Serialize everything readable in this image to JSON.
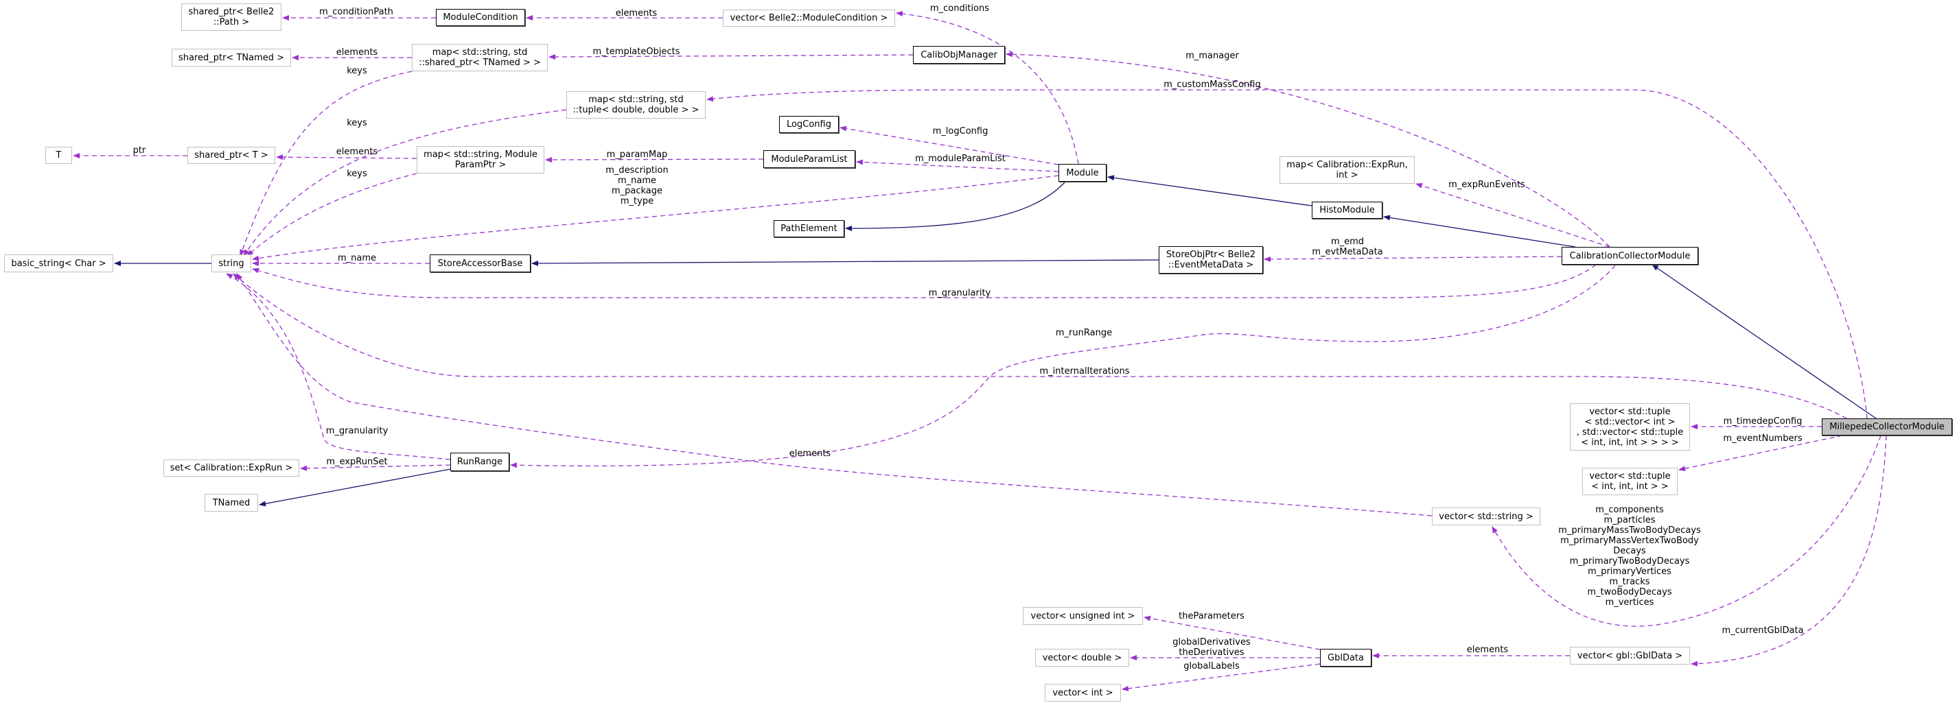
{
  "colors": {
    "usage_edge": "#9a32cd",
    "inherit_edge": "#191970",
    "focus_fill": "#bfbfbf",
    "external_border": "#bfbfbf"
  },
  "nodes": [
    {
      "id": "sp_path",
      "kind": "ext",
      "lines": [
        "shared_ptr< Belle2",
        "::Path >"
      ]
    },
    {
      "id": "modcond",
      "kind": "doc",
      "lines": [
        "ModuleCondition"
      ]
    },
    {
      "id": "vec_modcond",
      "kind": "ext",
      "lines": [
        "vector< Belle2::ModuleCondition >"
      ]
    },
    {
      "id": "sp_tnamed",
      "kind": "ext",
      "lines": [
        "shared_ptr< TNamed >"
      ]
    },
    {
      "id": "map_tnamed",
      "kind": "ext",
      "lines": [
        "map< std::string, std",
        "::shared_ptr< TNamed > >"
      ]
    },
    {
      "id": "calibobj",
      "kind": "doc",
      "lines": [
        "CalibObjManager"
      ]
    },
    {
      "id": "map_tuple",
      "kind": "ext",
      "lines": [
        "map< std::string, std",
        "::tuple< double, double > >"
      ]
    },
    {
      "id": "T",
      "kind": "ext",
      "lines": [
        "T"
      ]
    },
    {
      "id": "sp_T",
      "kind": "ext",
      "lines": [
        "shared_ptr< T >"
      ]
    },
    {
      "id": "map_param",
      "kind": "ext",
      "lines": [
        "map< std::string, Module",
        "ParamPtr >"
      ]
    },
    {
      "id": "logconfig",
      "kind": "doc",
      "lines": [
        "LogConfig"
      ]
    },
    {
      "id": "modparamlist",
      "kind": "doc",
      "lines": [
        "ModuleParamList"
      ]
    },
    {
      "id": "module",
      "kind": "doc",
      "lines": [
        "Module"
      ]
    },
    {
      "id": "pathelement",
      "kind": "doc",
      "lines": [
        "PathElement"
      ]
    },
    {
      "id": "map_exprun",
      "kind": "ext",
      "lines": [
        "map< Calibration::ExpRun,",
        "int >"
      ]
    },
    {
      "id": "histomodule",
      "kind": "doc",
      "lines": [
        "HistoModule"
      ]
    },
    {
      "id": "basic_string",
      "kind": "ext",
      "lines": [
        "basic_string< Char >"
      ]
    },
    {
      "id": "string",
      "kind": "ext",
      "lines": [
        "string"
      ]
    },
    {
      "id": "storeaccessor",
      "kind": "doc",
      "lines": [
        "StoreAccessorBase"
      ]
    },
    {
      "id": "storeobjptr",
      "kind": "doc",
      "lines": [
        "StoreObjPtr< Belle2",
        "::EventMetaData >"
      ]
    },
    {
      "id": "calibcollector",
      "kind": "doc",
      "lines": [
        "CalibrationCollectorModule"
      ]
    },
    {
      "id": "millepede",
      "kind": "focus",
      "lines": [
        "MillepedeCollectorModule"
      ]
    },
    {
      "id": "vec_timedep",
      "kind": "ext",
      "lines": [
        "vector< std::tuple",
        "< std::vector< int >",
        ", std::vector< std::tuple",
        "< int, int, int > > > >"
      ]
    },
    {
      "id": "vec_tuple3",
      "kind": "ext",
      "lines": [
        "vector< std::tuple",
        "< int, int, int > >"
      ]
    },
    {
      "id": "vec_string",
      "kind": "ext",
      "lines": [
        "vector< std::string >"
      ]
    },
    {
      "id": "runrange",
      "kind": "doc",
      "lines": [
        "RunRange"
      ]
    },
    {
      "id": "set_exprun",
      "kind": "ext",
      "lines": [
        "set< Calibration::ExpRun >"
      ]
    },
    {
      "id": "tnamed",
      "kind": "ext",
      "lines": [
        "TNamed"
      ]
    },
    {
      "id": "vec_uint",
      "kind": "ext",
      "lines": [
        "vector< unsigned int >"
      ]
    },
    {
      "id": "vec_double",
      "kind": "ext",
      "lines": [
        "vector< double >"
      ]
    },
    {
      "id": "vec_int",
      "kind": "ext",
      "lines": [
        "vector< int >"
      ]
    },
    {
      "id": "gbldata",
      "kind": "doc",
      "lines": [
        "GblData"
      ]
    },
    {
      "id": "vec_gbldata",
      "kind": "ext",
      "lines": [
        "vector< gbl::GblData >"
      ]
    }
  ],
  "edges": [
    {
      "from": "modcond",
      "to": "sp_path",
      "type": "usage",
      "label": "m_conditionPath"
    },
    {
      "from": "vec_modcond",
      "to": "modcond",
      "type": "usage",
      "label": "elements"
    },
    {
      "from": "module",
      "to": "vec_modcond",
      "type": "usage",
      "label": "m_conditions"
    },
    {
      "from": "map_tnamed",
      "to": "sp_tnamed",
      "type": "usage",
      "label": "elements"
    },
    {
      "from": "calibobj",
      "to": "map_tnamed",
      "type": "usage",
      "label": "m_templateObjects"
    },
    {
      "from": "calibcollector",
      "to": "calibobj",
      "type": "usage",
      "label": "m_manager"
    },
    {
      "from": "millepede",
      "to": "map_tuple",
      "type": "usage",
      "label": "m_customMassConfig"
    },
    {
      "from": "sp_T",
      "to": "T",
      "type": "usage",
      "label": "ptr"
    },
    {
      "from": "map_param",
      "to": "sp_T",
      "type": "usage",
      "label": "elements"
    },
    {
      "from": "modparamlist",
      "to": "map_param",
      "type": "usage",
      "label": "m_paramMap"
    },
    {
      "from": "module",
      "to": "logconfig",
      "type": "usage",
      "label": "m_logConfig"
    },
    {
      "from": "module",
      "to": "modparamlist",
      "type": "usage",
      "label": "m_moduleParamList"
    },
    {
      "from": "module",
      "to": "string",
      "type": "usage",
      "label": "m_description\nm_name\nm_package\nm_type"
    },
    {
      "from": "map_tnamed",
      "to": "string",
      "type": "usage",
      "label": "keys"
    },
    {
      "from": "map_tuple",
      "to": "string",
      "type": "usage",
      "label": "keys"
    },
    {
      "from": "map_param",
      "to": "string",
      "type": "usage",
      "label": "keys"
    },
    {
      "from": "storeaccessor",
      "to": "string",
      "type": "usage",
      "label": "m_name"
    },
    {
      "from": "calibcollector",
      "to": "string",
      "type": "usage",
      "label": "m_granularity"
    },
    {
      "from": "calibcollector",
      "to": "storeobjptr",
      "type": "usage",
      "label": "m_emd\nm_evtMetaData"
    },
    {
      "from": "calibcollector",
      "to": "map_exprun",
      "type": "usage",
      "label": "m_expRunEvents"
    },
    {
      "from": "calibcollector",
      "to": "runrange",
      "type": "usage",
      "label": "m_runRange"
    },
    {
      "from": "millepede",
      "to": "string",
      "type": "usage",
      "label": "m_internalIterations"
    },
    {
      "from": "runrange",
      "to": "string",
      "type": "usage",
      "label": "m_granularity"
    },
    {
      "from": "runrange",
      "to": "set_exprun",
      "type": "usage",
      "label": "m_expRunSet"
    },
    {
      "from": "vec_string",
      "to": "string",
      "type": "usage",
      "label": "elements"
    },
    {
      "from": "millepede",
      "to": "vec_timedep",
      "type": "usage",
      "label": "m_timedepConfig"
    },
    {
      "from": "millepede",
      "to": "vec_tuple3",
      "type": "usage",
      "label": "m_eventNumbers"
    },
    {
      "from": "millepede",
      "to": "vec_string",
      "type": "usage",
      "label": "m_components\nm_particles\nm_primaryMassTwoBodyDecays\nm_primaryMassVertexTwoBody\nDecays\nm_primaryTwoBodyDecays\nm_primaryVertices\nm_tracks\nm_twoBodyDecays\nm_vertices"
    },
    {
      "from": "millepede",
      "to": "vec_gbldata",
      "type": "usage",
      "label": "m_currentGblData"
    },
    {
      "from": "vec_gbldata",
      "to": "gbldata",
      "type": "usage",
      "label": "elements"
    },
    {
      "from": "gbldata",
      "to": "vec_uint",
      "type": "usage",
      "label": "theParameters"
    },
    {
      "from": "gbldata",
      "to": "vec_double",
      "type": "usage",
      "label": "globalDerivatives\ntheDerivatives"
    },
    {
      "from": "gbldata",
      "to": "vec_int",
      "type": "usage",
      "label": "globalLabels"
    },
    {
      "from": "string",
      "to": "basic_string",
      "type": "inherit",
      "label": ""
    },
    {
      "from": "module",
      "to": "pathelement",
      "type": "inherit",
      "label": ""
    },
    {
      "from": "histomodule",
      "to": "module",
      "type": "inherit",
      "label": ""
    },
    {
      "from": "calibcollector",
      "to": "histomodule",
      "type": "inherit",
      "label": ""
    },
    {
      "from": "millepede",
      "to": "calibcollector",
      "type": "inherit",
      "label": ""
    },
    {
      "from": "storeobjptr",
      "to": "storeaccessor",
      "type": "inherit",
      "label": ""
    },
    {
      "from": "runrange",
      "to": "tnamed",
      "type": "inherit",
      "label": ""
    }
  ]
}
